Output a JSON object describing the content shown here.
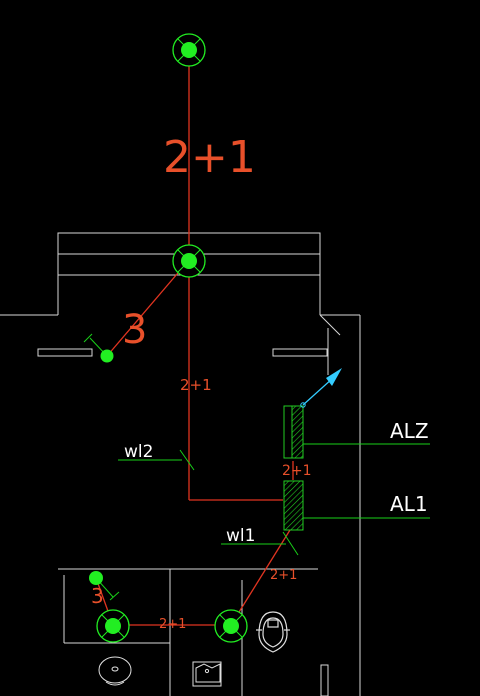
{
  "colors": {
    "background": "#000000",
    "outline": "#d8d8d8",
    "wire": "#e03420",
    "label_red": "#e8502a",
    "fixture_green": "#22ee22",
    "leader_green": "#19d019",
    "arrow_cyan": "#33ccff",
    "label_white": "#ffffff"
  },
  "labels": {
    "top_wire_count": "2+1",
    "mid_wire_count": "2+1",
    "switch_count_upper": "3",
    "switch_count_lower": "3",
    "panel_gap_count": "2+1",
    "lower_diag_count": "2+1",
    "bottom_horiz_count": "2+1",
    "panel_alz": "ALZ",
    "panel_al1": "AL1",
    "circuit_wl2": "wl2",
    "circuit_wl1": "wl1"
  },
  "icons": {
    "ceiling_light": "ceiling-light-icon",
    "switch": "switch-dot-icon",
    "panel": "distribution-panel-icon",
    "basin": "wash-basin-icon",
    "sink": "sink-icon",
    "toilet": "toilet-icon",
    "arrow": "exhaust-arrow-icon"
  }
}
